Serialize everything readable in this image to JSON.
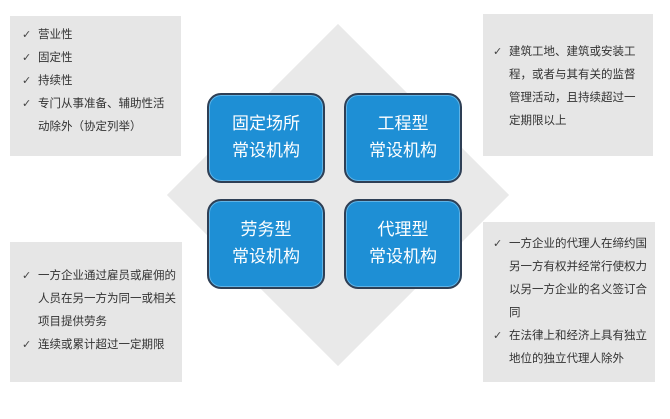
{
  "quadrants": [
    {
      "line1": "固定场所",
      "line2": "常设机构"
    },
    {
      "line1": "工程型",
      "line2": "常设机构"
    },
    {
      "line1": "劳务型",
      "line2": "常设机构"
    },
    {
      "line1": "代理型",
      "line2": "常设机构"
    }
  ],
  "top_left": {
    "items": [
      "营业性",
      "固定性",
      "持续性",
      "专门从事准备、辅助性活动除外（协定列举）"
    ]
  },
  "top_right": {
    "items": [
      "建筑工地、建筑或安装工程，或者与其有关的监督管理活动，且持续超过一定期限以上"
    ]
  },
  "bottom_left": {
    "items": [
      "一方企业通过雇员或雇佣的人员在另一方为同一或相关项目提供劳务",
      "连续或累计超过一定期限"
    ]
  },
  "bottom_right": {
    "items": [
      "一方企业的代理人在缔约国另一方有权并经常行使权力以另一方企业的名义签订合同",
      "在法律上和经济上具有独立地位的独立代理人除外"
    ]
  },
  "check_glyph": "✓"
}
